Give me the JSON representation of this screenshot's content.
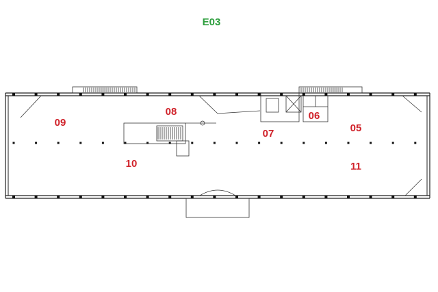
{
  "title": "E03",
  "colors": {
    "title": "#2e9e3e",
    "room_label": "#d0222a",
    "lines": "#222222"
  },
  "rooms": [
    {
      "id": "09",
      "label": "09"
    },
    {
      "id": "08",
      "label": "08"
    },
    {
      "id": "07",
      "label": "07"
    },
    {
      "id": "06",
      "label": "06"
    },
    {
      "id": "05",
      "label": "05"
    },
    {
      "id": "10",
      "label": "10"
    },
    {
      "id": "11",
      "label": "11"
    }
  ]
}
